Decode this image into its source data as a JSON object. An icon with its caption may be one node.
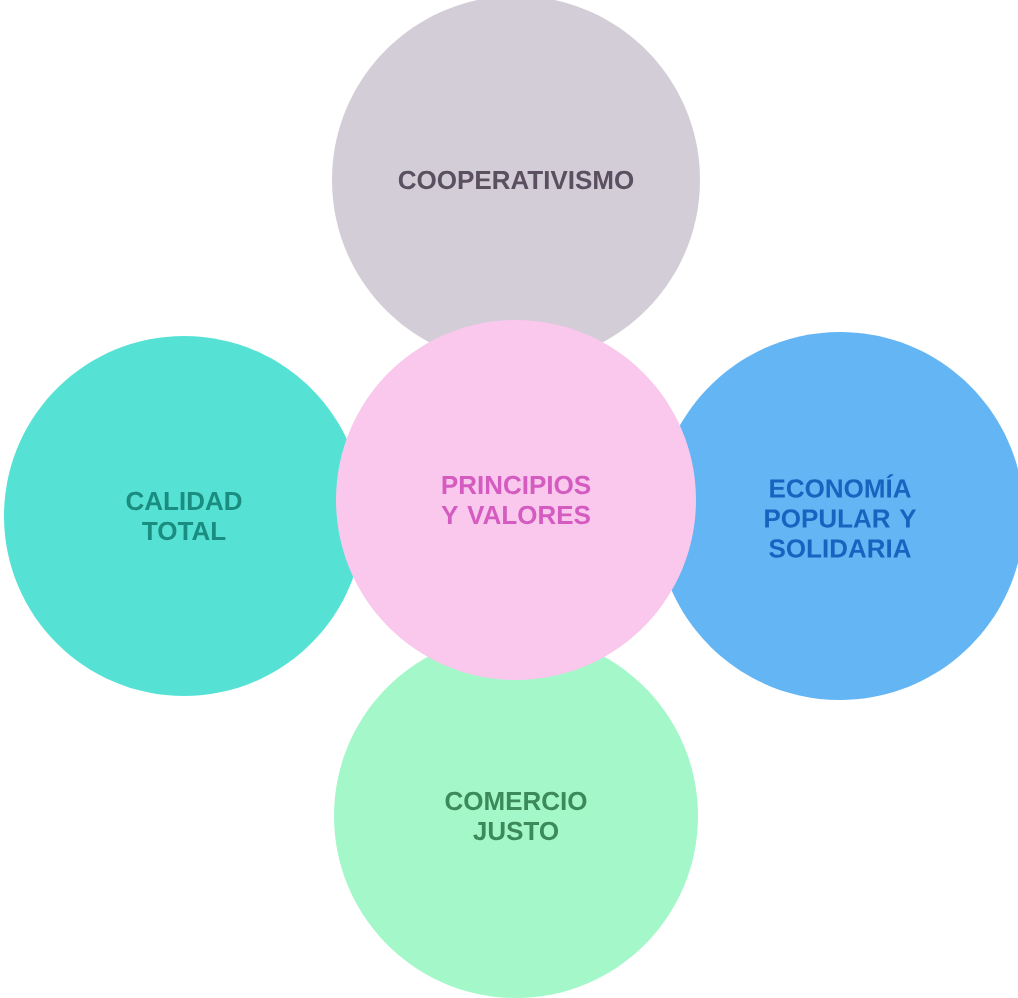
{
  "diagram": {
    "nodes": [
      {
        "text": [
          "COOPERATIVISMO"
        ]
      },
      {
        "text": [
          "CALIDAD TOTAL"
        ]
      },
      {
        "text": [
          "PRINCIPIOS Y VALORES"
        ]
      },
      {
        "text": [
          "ECONOMÍA POPULAR Y SOLIDARIA"
        ]
      },
      {
        "text": [
          "COMERCIO JUSTO"
        ]
      }
    ]
  }
}
